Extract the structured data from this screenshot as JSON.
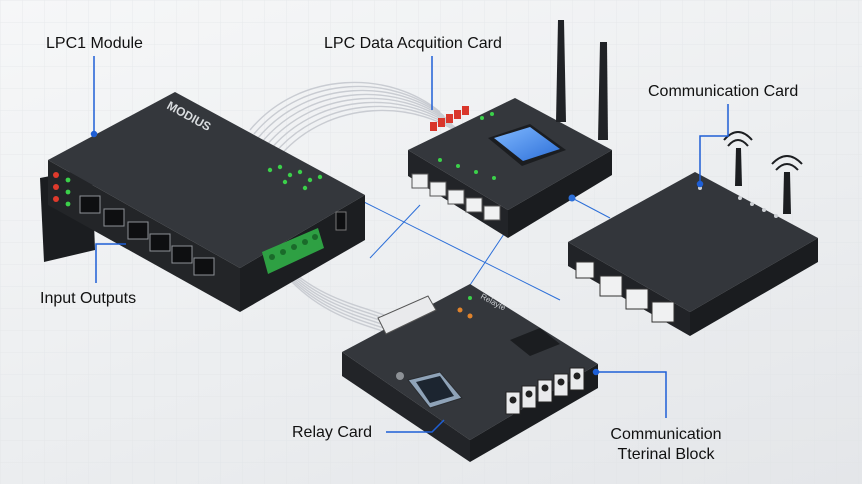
{
  "labels": {
    "lpc1_module": "LPC1 Module",
    "data_acq_card": "LPC Data Acquition Card",
    "comm_card": "Communication Card",
    "input_outputs": "Input Outputs",
    "relay_card": "Relay Card",
    "terminal_block_line1": "Communication",
    "terminal_block_line2": "Tterinal Block"
  },
  "device_text": {
    "lpc1_brand": "MODIUS",
    "relay_brand": "Relayte"
  },
  "colors": {
    "callout_line": "#1e5fd6",
    "device_body": "#25272b",
    "device_top": "#34373c",
    "led_green": "#3bd14a",
    "led_red": "#e03a2c",
    "terminal_green": "#2ea043",
    "connector_red": "#d9362b",
    "lcd_blue": "#3d8cf0",
    "ribbon": "#c9ccd2"
  },
  "icons": [
    "antenna-icon",
    "wifi-signal-icon",
    "ethernet-port-icon",
    "db9-port-icon",
    "screw-terminal-icon"
  ]
}
